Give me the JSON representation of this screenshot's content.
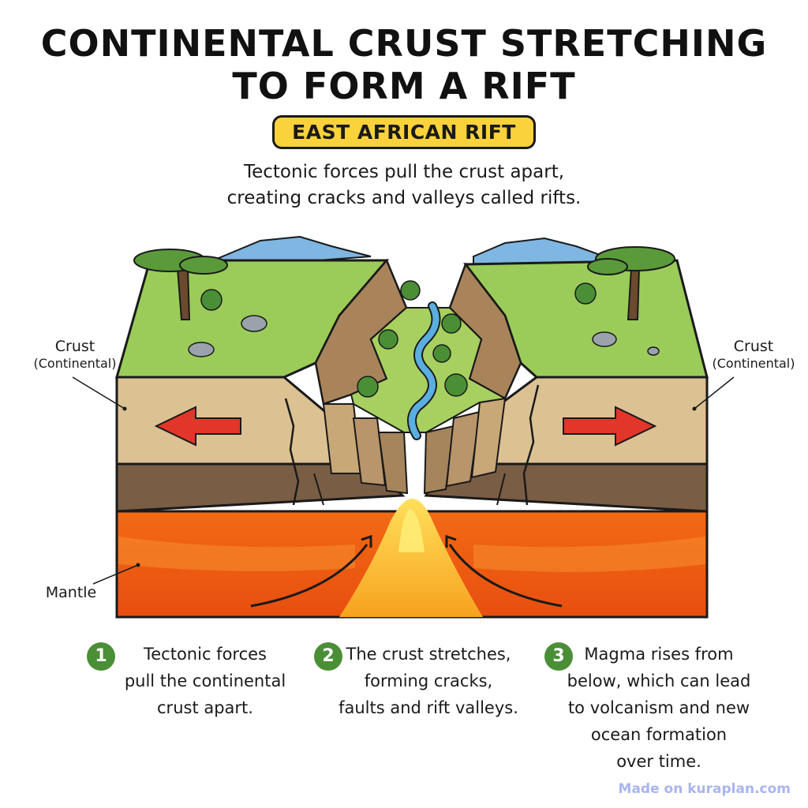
{
  "title_lines": [
    "CONTINENTAL CRUST STRETCHING",
    "TO FORM A RIFT"
  ],
  "badge": "EAST AFRICAN RIFT",
  "subtitle_lines": [
    "Tectonic forces pull the crust apart,",
    "creating cracks and valleys called rifts."
  ],
  "labels": {
    "crust_left": {
      "main": "Crust",
      "sub": "(Continental)"
    },
    "crust_right": {
      "main": "Crust",
      "sub": "(Continental)"
    },
    "mantle": "Mantle"
  },
  "steps": [
    {
      "number": "1",
      "lines": [
        "Tectonic forces",
        "pull the continental",
        "crust apart."
      ]
    },
    {
      "number": "2",
      "lines": [
        "The crust stretches,",
        "forming cracks,",
        "faults and rift valleys."
      ]
    },
    {
      "number": "3",
      "lines": [
        "Magma rises from",
        "below, which can lead",
        "to volcanism and new",
        "ocean formation",
        "over time."
      ]
    }
  ],
  "footer": "Made on kuraplan.com",
  "colors": {
    "grass": "#9bcc5a",
    "upper_crust": "#dcc193",
    "lower_crust": "#7a5d45",
    "mantle": "#f07a1e",
    "magma": "#ffd23a",
    "river": "#5aaee0",
    "arrow": "#e2362a",
    "badge": "#f9d23c",
    "step_circle": "#4a8f36",
    "mountains": "#7fb6e2"
  }
}
